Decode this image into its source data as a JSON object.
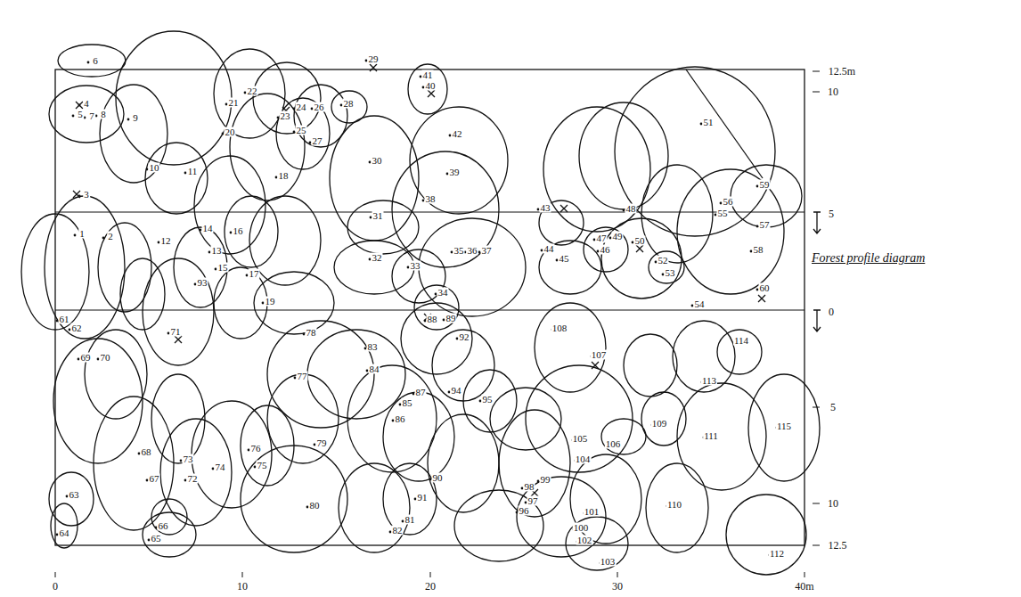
{
  "diagram": {
    "labels": [
      "1",
      "2",
      "3",
      "4",
      "5",
      "6",
      "7",
      "8",
      "9",
      "10",
      "11",
      "12",
      "13",
      "14",
      "15",
      "16",
      "17",
      "18",
      "19",
      "20",
      "21",
      "22",
      "23",
      "24",
      "25",
      "26",
      "27",
      "28",
      "29",
      "30",
      "31",
      "32",
      "33",
      "34",
      "35",
      "36",
      "37",
      "38",
      "39",
      "40",
      "41",
      "42",
      "43",
      "44",
      "45",
      "46",
      "47",
      "48",
      "49",
      "50",
      "51",
      "52",
      "53",
      "54",
      "55",
      "56",
      "57",
      "58",
      "59",
      "60",
      "61",
      "62",
      "63",
      "64",
      "65",
      "66",
      "67",
      "68",
      "69",
      "70",
      "71",
      "72",
      "73",
      "74",
      "75",
      "76",
      "77",
      "78",
      "79",
      "80",
      "81",
      "82",
      "83",
      "84",
      "85",
      "86",
      "87",
      "88",
      "89",
      "90",
      "91",
      "92",
      "93",
      "94",
      "95",
      "96",
      "97",
      "98",
      "99",
      "100",
      "101",
      "102",
      "103",
      "104",
      "105",
      "106",
      "107",
      "108",
      "109",
      "110",
      "111",
      "112",
      "113",
      "114",
      "115",
      "0",
      "10",
      "20",
      "30",
      "40m",
      "12.5m",
      "10",
      "5",
      "0",
      "5",
      "10",
      "12.5",
      "Forest profile diagram"
    ]
  }
}
